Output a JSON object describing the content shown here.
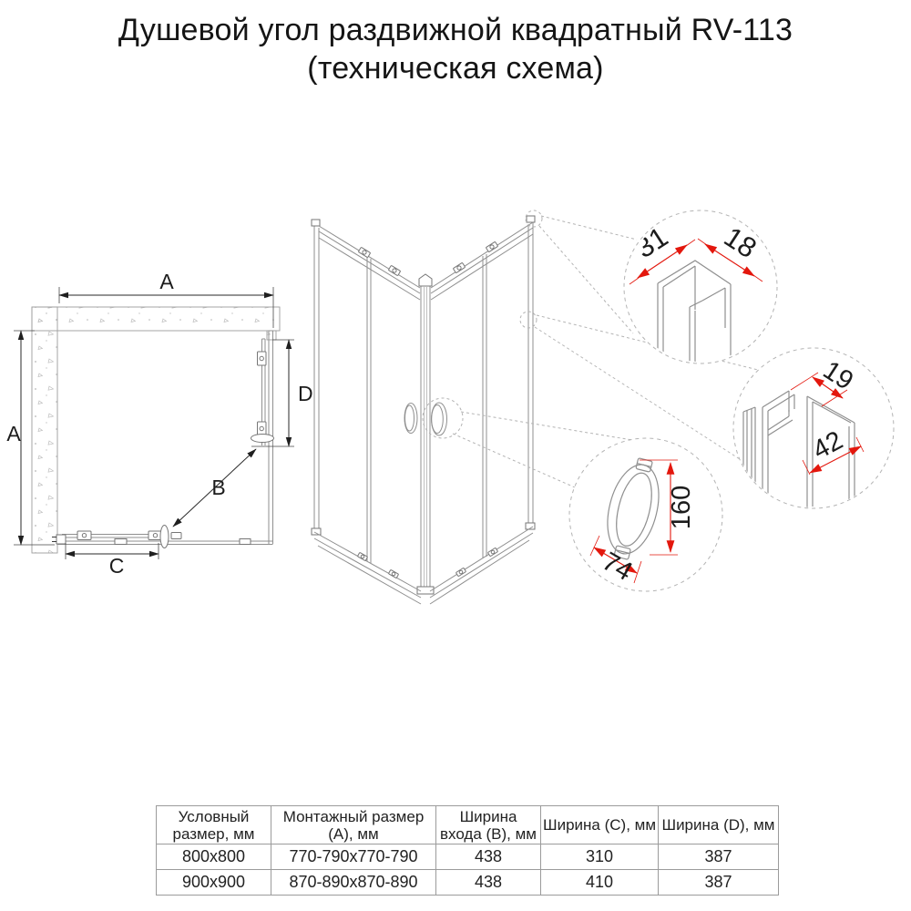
{
  "title": {
    "line1": "Душевой угол раздвижной квадратный RV-113",
    "line2": "(техническая схема)"
  },
  "plan": {
    "labels": {
      "a_top": "A",
      "a_left": "А",
      "b": "B",
      "c": "C",
      "d": "D"
    }
  },
  "details": {
    "corner_profile": {
      "dim_left": "31",
      "dim_right": "18"
    },
    "wall_profile": {
      "dim_top": "19",
      "dim_width": "42"
    },
    "handle": {
      "dim_width": "74",
      "dim_height": "160"
    }
  },
  "table": {
    "headers": [
      "Условный размер, мм",
      "Монтажный размер (А), мм",
      "Ширина входа (В), мм",
      "Ширина (С), мм",
      "Ширина (D), мм"
    ],
    "rows": [
      [
        "800х800",
        "770-790х770-790",
        "438",
        "310",
        "387"
      ],
      [
        "900х900",
        "870-890х870-890",
        "438",
        "410",
        "387"
      ]
    ]
  },
  "colors": {
    "dimension_red": "#e3170d",
    "drawing_line": "#8f8f8f",
    "text": "#1c1c1c",
    "table_border": "#9b9b9b"
  }
}
